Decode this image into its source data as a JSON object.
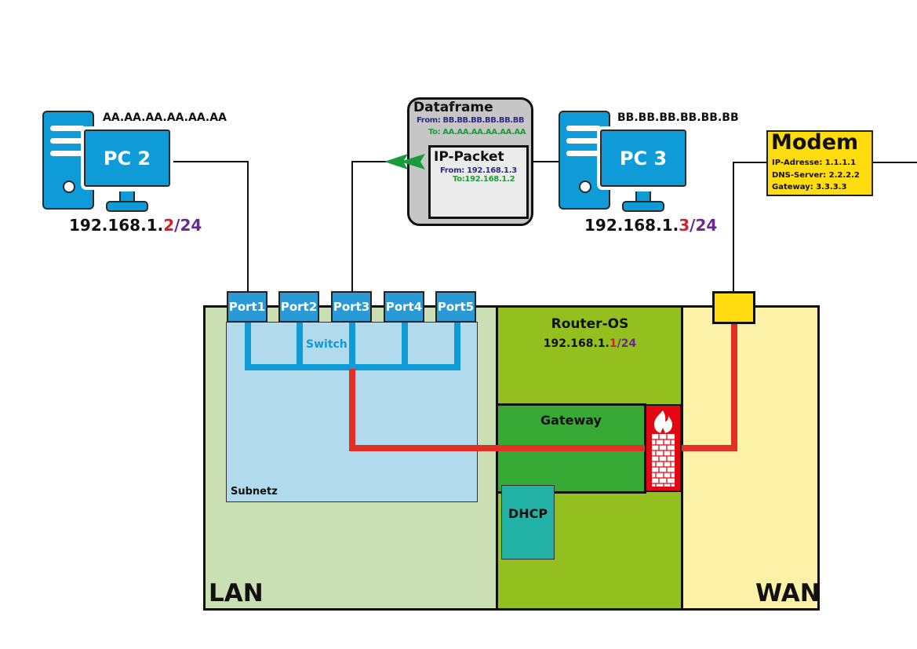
{
  "colors": {
    "pc_blue": "#0e9bd8",
    "lan_bg": "#cadfb3",
    "router_bg": "#93c01f",
    "gateway_bg": "#37a935",
    "dhcp_bg": "#22b2a6",
    "wan_bg": "#fbf2a8",
    "subnet_bg": "#b1dbec",
    "modem_bg": "#ffdc0f",
    "firewall_bg": "#e30613",
    "packet_path": "#e32f26",
    "arrow_green": "#179b3b",
    "from_color": "#2e2a85",
    "to_color": "#1f9a3a",
    "host_color": "#d3232a",
    "mask_color": "#6a2a8c"
  },
  "pc2": {
    "label": "PC 2",
    "mac": "AA.AA.AA.AA.AA.AA",
    "ip_prefix": "192.168.1.",
    "ip_host": "2",
    "ip_mask": "/24"
  },
  "pc3": {
    "label": "PC 3",
    "mac": "BB.BB.BB.BB.BB.BB",
    "ip_prefix": "192.168.1.",
    "ip_host": "3",
    "ip_mask": "/24"
  },
  "dataframe": {
    "title": "Dataframe",
    "from": "From: BB.BB.BB.BB.BB.BB",
    "to": "To: AA.AA.AA.AA.AA.AA",
    "packet": {
      "title": "IP-Packet",
      "from": "From: 192.168.1.3",
      "to": "To:192.168.1.2"
    },
    "direction": "left"
  },
  "modem": {
    "title": "Modem",
    "lines": [
      "IP-Adresse: 1.1.1.1",
      "DNS-Server: 2.2.2.2",
      "Gateway: 3.3.3.3"
    ]
  },
  "switch": {
    "label": "Switch",
    "ports": [
      "Port1",
      "Port2",
      "Port3",
      "Port4",
      "Port5"
    ]
  },
  "subnet": {
    "label": "Subnetz"
  },
  "router": {
    "label": "Router-OS",
    "ip_prefix": "192.168.1.",
    "ip_host": "1",
    "ip_mask": "/24"
  },
  "gateway": {
    "label": "Gateway"
  },
  "dhcp": {
    "label": "DHCP"
  },
  "firewall": {
    "icon": "firewall-icon"
  },
  "zones": {
    "lan": "LAN",
    "wan": "WAN"
  }
}
